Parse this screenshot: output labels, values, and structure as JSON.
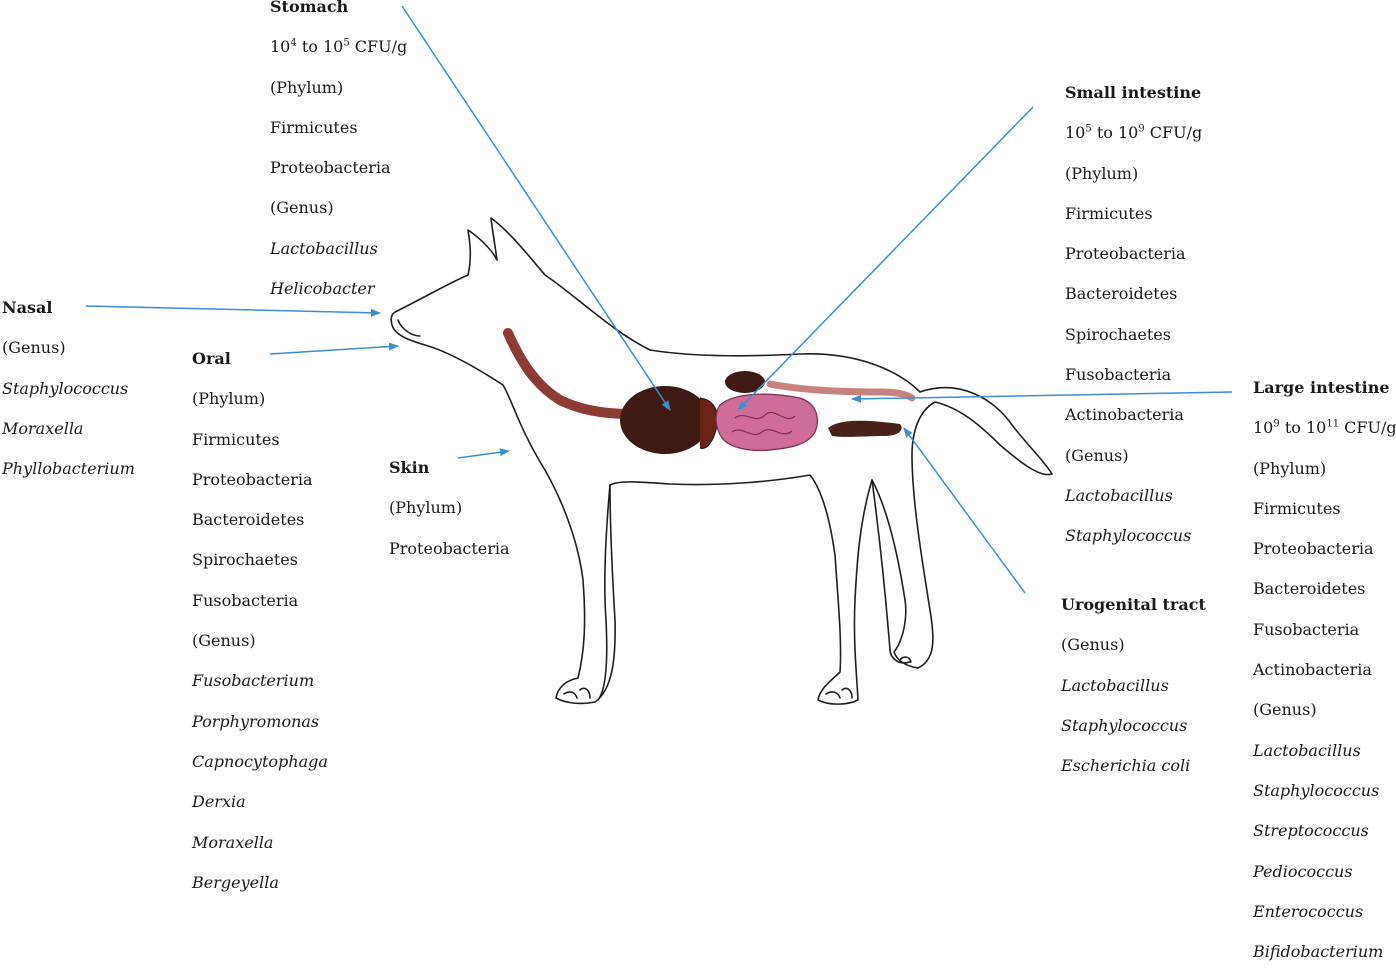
{
  "colors": {
    "arrow": "#3a8fd0",
    "outline": "#1f1f1f",
    "esophagus": "#8e3b34",
    "stomach": "#3f1a12",
    "intestine": "#c25a86",
    "colon": "#4a2117"
  },
  "panels": {
    "stomach": {
      "title": "Stomach",
      "count_prefix": "10",
      "count_exp1": "4",
      "count_mid": " to 10",
      "count_exp2": "5",
      "count_suffix": " CFU/g",
      "phylum_label": "(Phylum)",
      "phyla": [
        "Firmicutes",
        "Proteobacteria"
      ],
      "genus_label": "(Genus)",
      "genera": [
        "Lactobacillus",
        "Helicobacter"
      ]
    },
    "small_intestine": {
      "title": "Small intestine",
      "count_prefix": "10",
      "count_exp1": "5",
      "count_mid": " to 10",
      "count_exp2": "9",
      "count_suffix": " CFU/g",
      "phylum_label": "(Phylum)",
      "phyla": [
        "Firmicutes",
        "Proteobacteria",
        "Bacteroidetes",
        "Spirochaetes",
        "Fusobacteria",
        "Actinobacteria"
      ],
      "genus_label": "(Genus)",
      "genera": [
        "Lactobacillus",
        "Staphylococcus"
      ]
    },
    "large_intestine": {
      "title": "Large intestine",
      "count_prefix": "10",
      "count_exp1": "9",
      "count_mid": " to 10",
      "count_exp2": "11",
      "count_suffix": " CFU/g",
      "phylum_label": "(Phylum)",
      "phyla": [
        "Firmicutes",
        "Proteobacteria",
        "Bacteroidetes",
        "Fusobacteria",
        "Actinobacteria"
      ],
      "genus_label": "(Genus)",
      "genera": [
        "Lactobacillus",
        "Staphylococcus",
        "Streptococcus",
        "Pediococcus",
        "Enterococcus",
        "Bifidobacterium"
      ]
    },
    "nasal": {
      "title": "Nasal",
      "genus_label": "(Genus)",
      "genera": [
        "Staphylococcus",
        "Moraxella",
        "Phyllobacterium"
      ]
    },
    "oral": {
      "title": "Oral",
      "phylum_label": "(Phylum)",
      "phyla": [
        "Firmicutes",
        "Proteobacteria",
        "Bacteroidetes",
        "Spirochaetes",
        "Fusobacteria"
      ],
      "genus_label": "(Genus)",
      "genera": [
        "Fusobacterium",
        "Porphyromonas",
        "Capnocytophaga",
        "Derxia",
        "Moraxella",
        "Bergeyella"
      ]
    },
    "skin": {
      "title": "Skin",
      "phylum_label": "(Phylum)",
      "phyla": [
        "Proteobacteria"
      ]
    },
    "urogenital": {
      "title": "Urogenital tract",
      "genus_label": "(Genus)",
      "genera": [
        "Lactobacillus",
        "Staphylococcus",
        "Escherichia coli"
      ]
    }
  }
}
